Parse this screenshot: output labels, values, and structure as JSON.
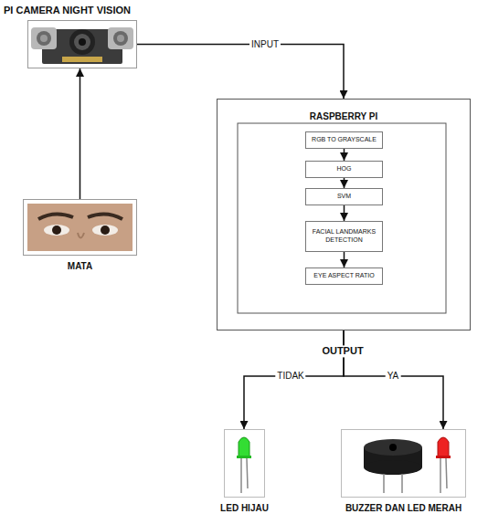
{
  "diagram": {
    "nodes": [
      {
        "text": [
          "PI CAMERA NIGHT VISION"
        ]
      },
      {
        "text": [
          "MATA"
        ]
      },
      {
        "text": [
          "RASPBERRY PI"
        ]
      },
      {
        "text": [
          "RGB TO GRAYSCALE"
        ],
        "in": 2
      },
      {
        "text": [
          "HOG"
        ],
        "in": 2
      },
      {
        "text": [
          "SVM"
        ],
        "in": 2
      },
      {
        "text": [
          "FACIAL LANDMARKS DETECTION"
        ],
        "in": 2
      },
      {
        "text": [
          "EYE ASPECT RATIO"
        ],
        "in": 2
      },
      {
        "text": [
          "LED HIJAU"
        ]
      },
      {
        "text": [
          "BUZZER DAN LED MERAH"
        ]
      }
    ],
    "edges": [
      {
        "from": 1,
        "to": 0,
        "arrow": "to"
      },
      {
        "from": 0,
        "to": 2,
        "label": "INPUT",
        "arrow": "to"
      },
      {
        "from": 3,
        "to": 4,
        "arrow": "to"
      },
      {
        "from": 4,
        "to": 5,
        "arrow": "to"
      },
      {
        "from": 5,
        "to": 6,
        "arrow": "to"
      },
      {
        "from": 6,
        "to": 7,
        "arrow": "to"
      },
      {
        "from": 2,
        "to": 8,
        "label": "TIDAK",
        "arrow": "to"
      },
      {
        "from": 2,
        "to": 9,
        "label": "YA",
        "arrow": "to"
      }
    ],
    "labels": [
      "OUTPUT"
    ]
  }
}
